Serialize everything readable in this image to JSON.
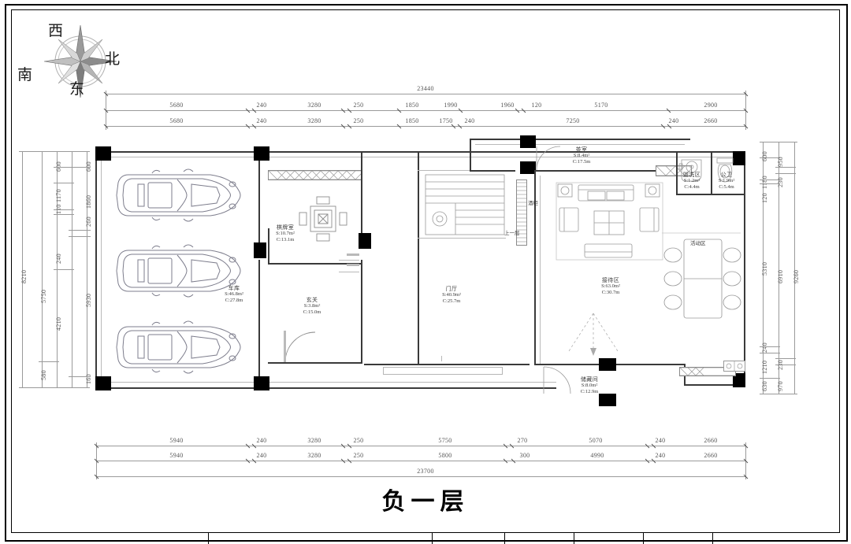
{
  "drawing": {
    "title": "负一层",
    "sheet_type": "architectural-floor-plan"
  },
  "compass": {
    "west": "西",
    "north": "北",
    "south": "南",
    "east": "东"
  },
  "dimensions": {
    "top_overall": "23440",
    "top_row1": [
      "5680",
      "240",
      "3280",
      "250",
      "1850",
      "1990",
      "1960",
      "120",
      "5170",
      "2900"
    ],
    "top_row2": [
      "5680",
      "240",
      "3280",
      "250",
      "1850",
      "1750",
      "240",
      "7250",
      "240",
      "2660"
    ],
    "bottom_row1": [
      "5940",
      "240",
      "3280",
      "250",
      "5750",
      "270",
      "5070",
      "240",
      "2660"
    ],
    "bottom_row2": [
      "5940",
      "240",
      "3280",
      "250",
      "5800",
      "300",
      "4990",
      "240",
      "2660"
    ],
    "bottom_overall": "23700",
    "left_overall": "8210",
    "left_col2": [
      "5750",
      "580"
    ],
    "left_col3": [
      "600",
      "1170",
      "110",
      "240",
      "4210"
    ],
    "left_col4": [
      "600",
      "1860",
      "260",
      "5930",
      "160"
    ],
    "right_overall": "9260",
    "right_col2": [
      "950",
      "230",
      "6910",
      "230",
      "970"
    ],
    "right_col1": [
      "600",
      "1180",
      "120",
      "5310",
      "240",
      "1210",
      "630"
    ]
  },
  "rooms": [
    {
      "name": "车库",
      "area": "S:46.8m²",
      "perimeter": "C:27.8m"
    },
    {
      "name": "棋牌室",
      "area": "S:10.7m²",
      "perimeter": "C:13.1m"
    },
    {
      "name": "玄关",
      "area": "S:3.8m²",
      "perimeter": "C:15.0m"
    },
    {
      "name": "门厅",
      "area": "S:40.9m²",
      "perimeter": "C:25.7m"
    },
    {
      "name": "接待区",
      "area": "S:63.0m²",
      "perimeter": "C:30.7m"
    },
    {
      "name": "茶室",
      "area": "S:8.4m²",
      "perimeter": "C:17.5m"
    },
    {
      "name": "盥洗区",
      "area": "S:1.2m²",
      "perimeter": "C:4.4m"
    },
    {
      "name": "公卫",
      "area": "S:1.9m²",
      "perimeter": "C:5.4m"
    },
    {
      "name": "储藏间",
      "area": "S:8.0m²",
      "perimeter": "C:12.9m"
    }
  ],
  "annotations": {
    "activity_zone": "活动区",
    "stair_up": "上一层",
    "wine_cabinet": "酒柜"
  }
}
